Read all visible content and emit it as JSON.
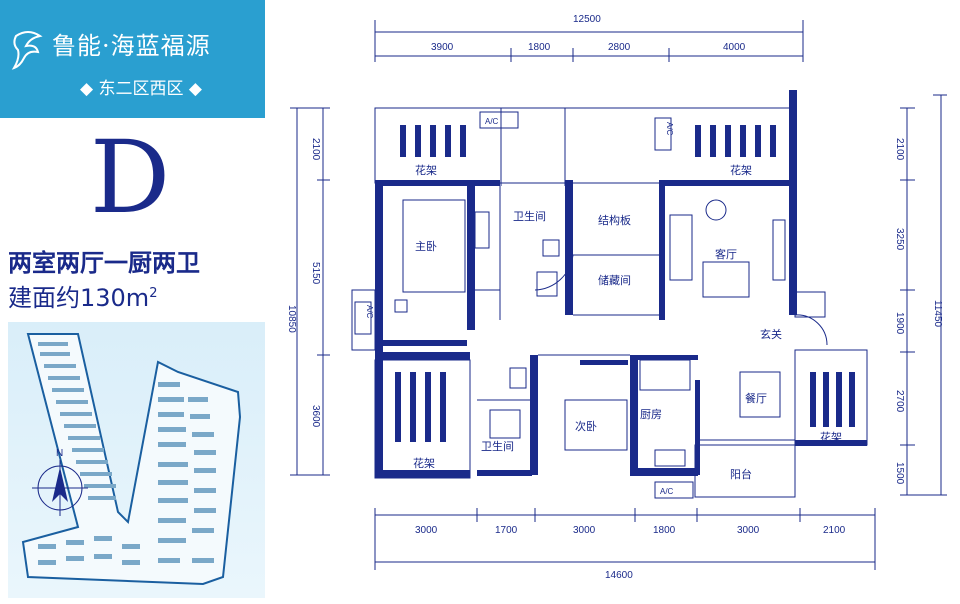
{
  "brand": {
    "title": "鲁能·海蓝福源",
    "subtitle": "◆ 东二区西区 ◆",
    "bg_color": "#2a9fd0"
  },
  "unit": {
    "letter": "D",
    "type": "两室两厅一厨两卫",
    "area_prefix": "建面约130m",
    "area_sup": "2"
  },
  "compass": {
    "label": "N"
  },
  "colors": {
    "ink": "#1a2a8a",
    "wall": "#1a2a8a"
  },
  "dimensions": {
    "top_total": "12500",
    "top_segments": [
      "3900",
      "1800",
      "2800",
      "4000"
    ],
    "bottom_total": "14600",
    "bottom_segments": [
      "3000",
      "1700",
      "3000",
      "1800",
      "3000",
      "2100"
    ],
    "left_total": "10850",
    "left_segments": [
      "2100",
      "5150",
      "3600"
    ],
    "right_total": "11450",
    "right_segments": [
      "2100",
      "3250",
      "1900",
      "2700",
      "1500"
    ]
  },
  "rooms": {
    "master_bed": "主卧",
    "bath_1": "卫生间",
    "structure": "结构板",
    "storage": "储藏间",
    "living": "客厅",
    "entrance": "玄关",
    "second_bed": "次卧",
    "bath_2": "卫生间",
    "kitchen": "厨房",
    "dining": "餐厅",
    "balcony": "阳台",
    "flower_rack_tl": "花架",
    "flower_rack_tr": "花架",
    "flower_rack_bl": "花架",
    "flower_rack_br": "花架",
    "ac_1": "A/C",
    "ac_2": "A/C",
    "ac_3": "A/C",
    "ac_4": "A/C"
  }
}
